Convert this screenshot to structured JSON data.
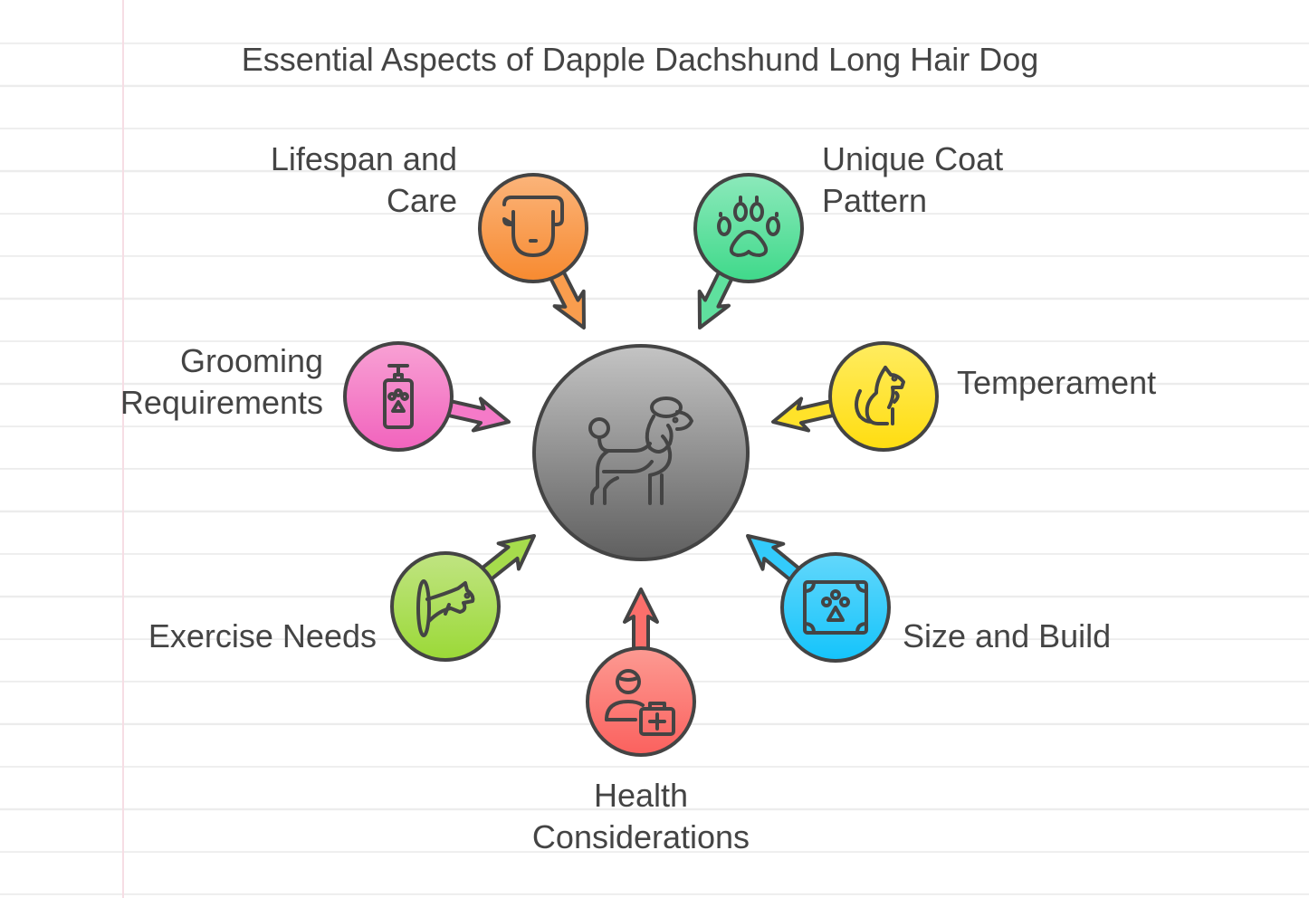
{
  "title": "Essential Aspects of Dapple Dachshund Long Hair Dog",
  "center": {
    "icon": "poodle-icon",
    "color": "#8a8a8a"
  },
  "nodes": [
    {
      "id": "lifespan",
      "lines": [
        "Lifespan and",
        "Care"
      ],
      "icon": "dog-face-icon",
      "color": "#f99d4e"
    },
    {
      "id": "coat",
      "lines": [
        "Unique Coat",
        "Pattern"
      ],
      "icon": "paw-print-icon",
      "color": "#5fe09e"
    },
    {
      "id": "grooming",
      "lines": [
        "Grooming",
        "Requirements"
      ],
      "icon": "shampoo-bottle-icon",
      "color": "#f57ac8"
    },
    {
      "id": "temperament",
      "lines": [
        "Temperament"
      ],
      "icon": "sitting-dog-icon",
      "color": "#ffe22a"
    },
    {
      "id": "exercise",
      "lines": [
        "Exercise Needs"
      ],
      "icon": "jumping-dog-icon",
      "color": "#a6dc4c"
    },
    {
      "id": "size",
      "lines": [
        "Size and Build"
      ],
      "icon": "paw-frame-icon",
      "color": "#33cbfb"
    },
    {
      "id": "health",
      "lines": [
        "Health",
        "Considerations"
      ],
      "icon": "vet-kit-icon",
      "color": "#fb6f6b"
    }
  ]
}
